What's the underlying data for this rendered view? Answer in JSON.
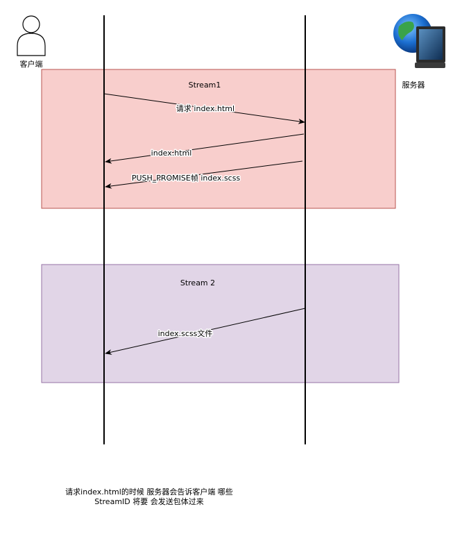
{
  "actors": {
    "client_label": "客户端",
    "server_label": "服务器"
  },
  "streams": [
    {
      "title": "Stream1",
      "fill": "#f8cecc",
      "stroke": "#b85450"
    },
    {
      "title": "Stream 2",
      "fill": "#e1d5e7",
      "stroke": "#9673a6"
    }
  ],
  "messages": [
    {
      "label": "请求 index.html",
      "direction": "client-to-server"
    },
    {
      "label": "index.html",
      "direction": "server-to-client"
    },
    {
      "label": "PUSH_PROMISE帧 index.scss",
      "direction": "server-to-client"
    },
    {
      "label": "index.scss文件",
      "direction": "server-to-client"
    }
  ],
  "caption": {
    "line1": "请求index.html的时候 服务器会告诉客户端 哪些",
    "line2": "StreamID 将要 会发送包体过来"
  }
}
